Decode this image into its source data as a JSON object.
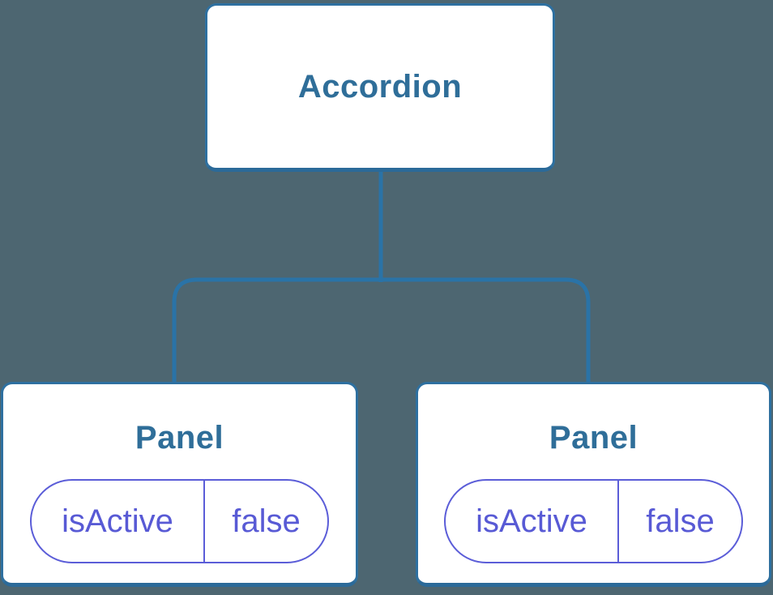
{
  "diagram": {
    "title": "component-state-tree",
    "root": {
      "label": "Accordion"
    },
    "children": [
      {
        "label": "Panel",
        "state": {
          "name": "isActive",
          "value": "false"
        }
      },
      {
        "label": "Panel",
        "state": {
          "name": "isActive",
          "value": "false"
        }
      }
    ],
    "colors": {
      "background": "#4D6671",
      "node_fill": "#FFFFFF",
      "node_border": "#2E70A0",
      "node_text": "#2F6E99",
      "connector": "#2A73A7",
      "state_accent": "#585AD5"
    }
  }
}
